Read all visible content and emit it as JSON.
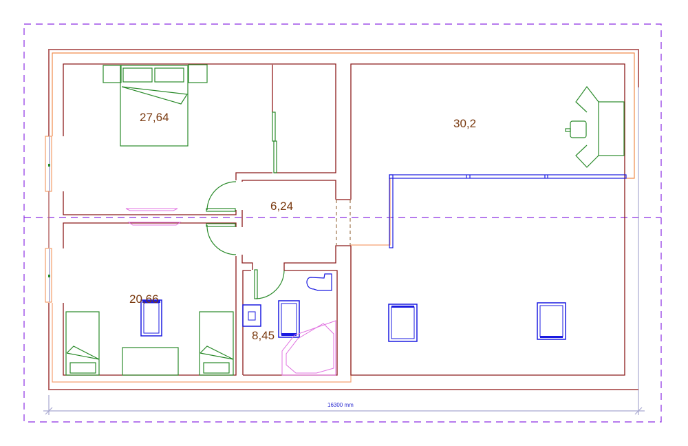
{
  "plan": {
    "colors": {
      "wall": "#8b1a1a",
      "wall_light": "#b86a6a",
      "outer_offset": "#f08a4a",
      "furniture": "#2a8a2a",
      "fixture": "#1a1ae0",
      "pink_fixture": "#e070e0",
      "axis": "#8a2be2",
      "dimension": "#a8a8d0",
      "label": "#7a3a10"
    },
    "rooms": [
      {
        "id": "bedroom-master",
        "area_label": "27,64"
      },
      {
        "id": "office",
        "area_label": "30,2"
      },
      {
        "id": "hallway",
        "area_label": "6,24"
      },
      {
        "id": "bedroom-kids",
        "area_label": "20,66"
      },
      {
        "id": "bathroom",
        "area_label": "8,45"
      }
    ],
    "dimension": {
      "label": "16300 mm"
    }
  }
}
